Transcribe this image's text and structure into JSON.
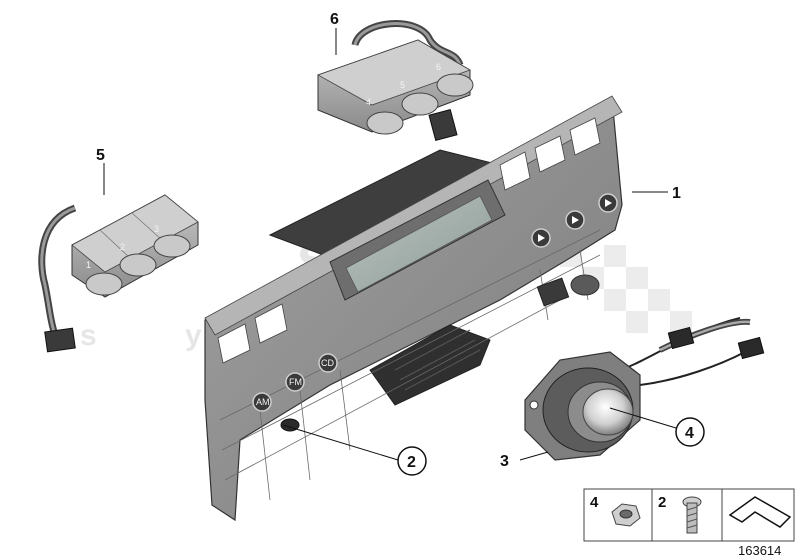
{
  "diagram": {
    "callouts": {
      "part1": "1",
      "part2": "2",
      "part3": "3",
      "part4": "4",
      "part5": "5",
      "part6": "6"
    },
    "switch_left_labels": [
      "1",
      "2",
      "3"
    ],
    "switch_right_labels": [
      "4",
      "5",
      "6"
    ],
    "panel_buttons": [
      "AM",
      "FM",
      "CD"
    ],
    "legend": {
      "item_a_number": "4",
      "item_b_number": "2"
    },
    "reference_number": "163614",
    "watermark": {
      "line1": "scuderia",
      "line2": "s y s"
    },
    "colors": {
      "part_gray": "#8e8e8e",
      "part_dark": "#5f5f5f",
      "part_light": "#c4c4c4",
      "display_glass": "#a7b2ad",
      "line": "#111111"
    }
  }
}
